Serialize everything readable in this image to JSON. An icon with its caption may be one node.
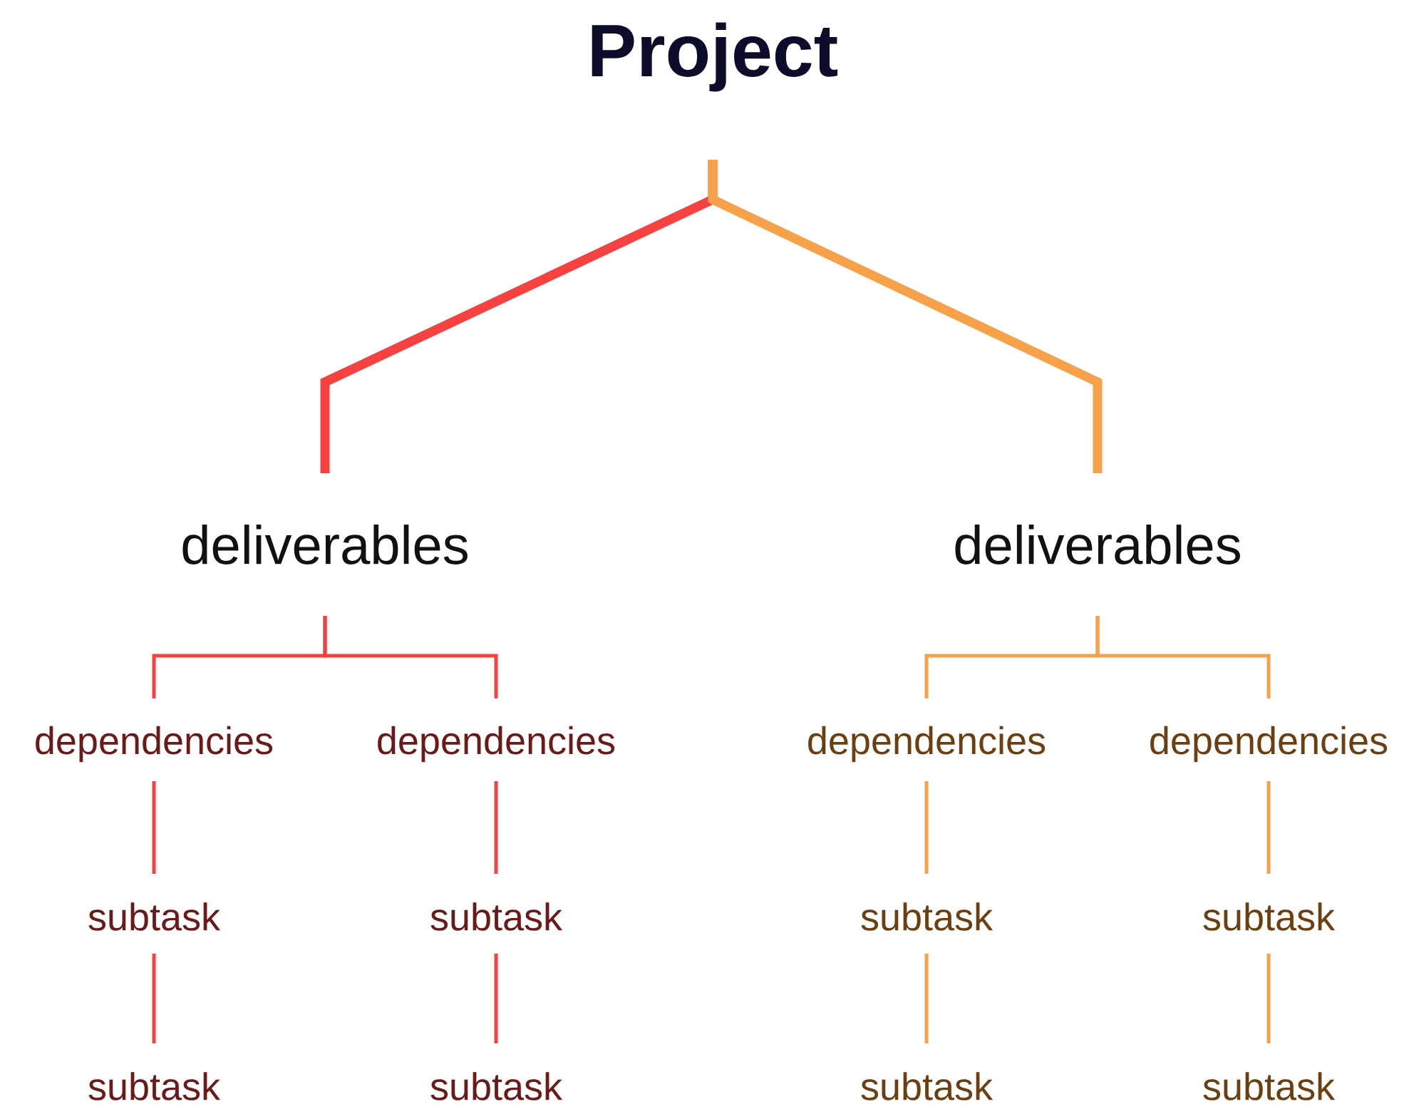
{
  "diagram": {
    "title": "Project",
    "nodes": [
      {
        "text": [
          "deliverables"
        ]
      },
      {
        "text": [
          "deliverables"
        ]
      },
      {
        "text": [
          "dependencies"
        ]
      },
      {
        "text": [
          "dependencies"
        ]
      },
      {
        "text": [
          "dependencies"
        ]
      },
      {
        "text": [
          "dependencies"
        ]
      },
      {
        "text": [
          "subtask"
        ]
      },
      {
        "text": [
          "subtask"
        ]
      },
      {
        "text": [
          "subtask"
        ]
      },
      {
        "text": [
          "subtask"
        ]
      },
      {
        "text": [
          "subtask"
        ]
      },
      {
        "text": [
          "subtask"
        ]
      },
      {
        "text": [
          "subtask"
        ]
      },
      {
        "text": [
          "subtask"
        ]
      }
    ],
    "edges": [
      {
        "from": null,
        "to": 0,
        "arrow": "none",
        "style": "thick",
        "color": "#f5413f"
      },
      {
        "from": null,
        "to": 1,
        "arrow": "none",
        "style": "thick",
        "color": "#f5a24a"
      },
      {
        "from": 0,
        "to": 2,
        "arrow": "none",
        "color": "#f5413f"
      },
      {
        "from": 0,
        "to": 3,
        "arrow": "none",
        "color": "#f5413f"
      },
      {
        "from": 1,
        "to": 4,
        "arrow": "none",
        "color": "#f5a24a"
      },
      {
        "from": 1,
        "to": 5,
        "arrow": "none",
        "color": "#f5a24a"
      },
      {
        "from": 2,
        "to": 6,
        "arrow": "none",
        "color": "#f5413f"
      },
      {
        "from": 3,
        "to": 7,
        "arrow": "none",
        "color": "#f5413f"
      },
      {
        "from": 4,
        "to": 8,
        "arrow": "none",
        "color": "#f5a24a"
      },
      {
        "from": 5,
        "to": 9,
        "arrow": "none",
        "color": "#f5a24a"
      },
      {
        "from": 6,
        "to": 10,
        "arrow": "none",
        "color": "#f5413f"
      },
      {
        "from": 7,
        "to": 11,
        "arrow": "none",
        "color": "#f5413f"
      },
      {
        "from": 8,
        "to": 12,
        "arrow": "none",
        "color": "#f5a24a"
      },
      {
        "from": 9,
        "to": 13,
        "arrow": "none",
        "color": "#f5a24a"
      }
    ]
  }
}
